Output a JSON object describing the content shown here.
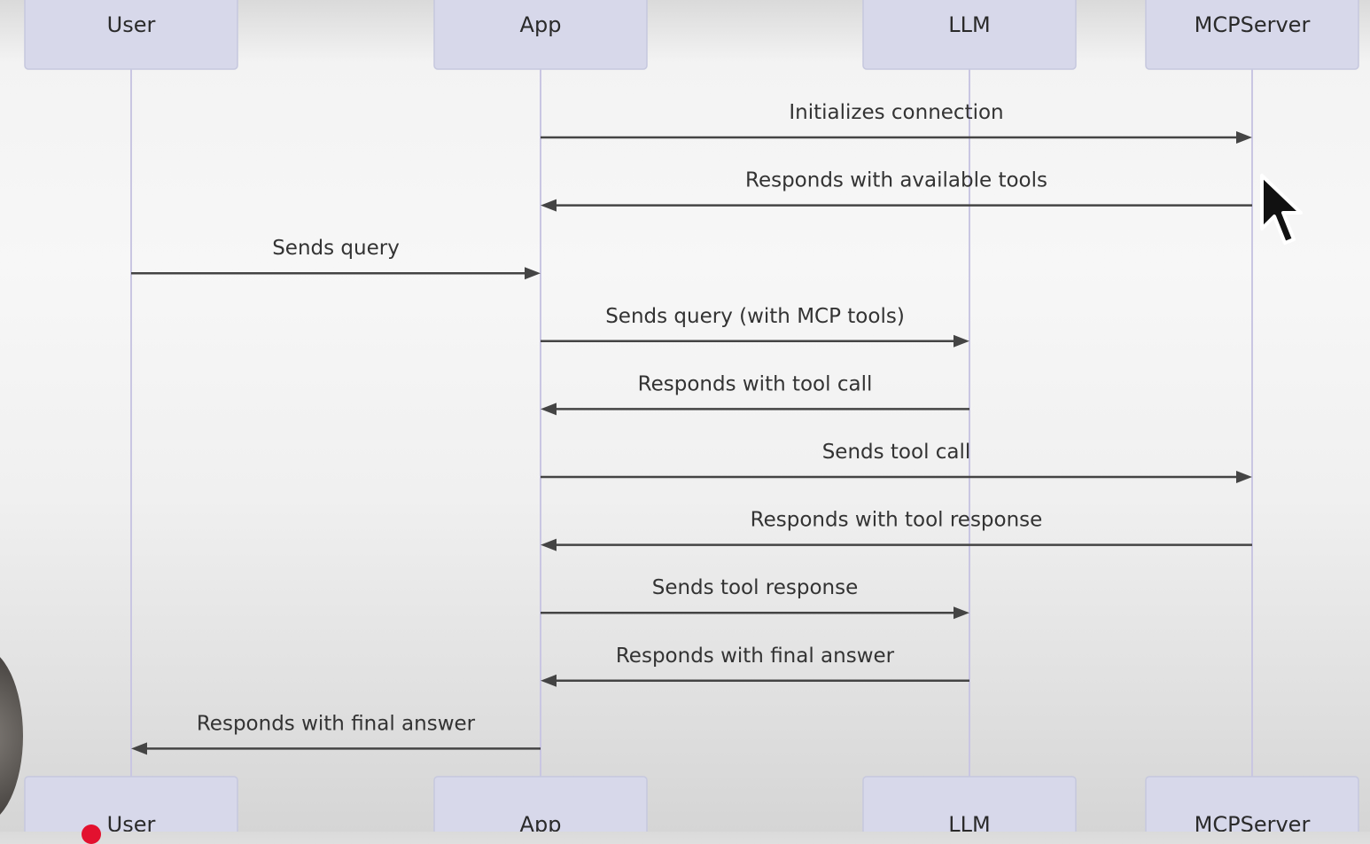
{
  "participants": [
    "User",
    "App",
    "LLM",
    "MCPServer"
  ],
  "messages": [
    {
      "from": "App",
      "to": "MCPServer",
      "label": "Initializes connection"
    },
    {
      "from": "MCPServer",
      "to": "App",
      "label": "Responds with available tools"
    },
    {
      "from": "User",
      "to": "App",
      "label": "Sends query"
    },
    {
      "from": "App",
      "to": "LLM",
      "label": "Sends query (with MCP tools)"
    },
    {
      "from": "LLM",
      "to": "App",
      "label": "Responds with tool call"
    },
    {
      "from": "App",
      "to": "MCPServer",
      "label": "Sends tool call"
    },
    {
      "from": "MCPServer",
      "to": "App",
      "label": "Responds with tool response"
    },
    {
      "from": "App",
      "to": "LLM",
      "label": "Sends tool response"
    },
    {
      "from": "LLM",
      "to": "App",
      "label": "Responds with final answer"
    },
    {
      "from": "App",
      "to": "User",
      "label": "Responds with final answer"
    }
  ],
  "colors": {
    "actor_fill": "#d7d8ea",
    "lifeline": "#c9c6e2",
    "arrow": "#444444",
    "record_dot": "#e3112f"
  },
  "icons": [
    "mouse-cursor-icon",
    "record-dot-icon"
  ]
}
